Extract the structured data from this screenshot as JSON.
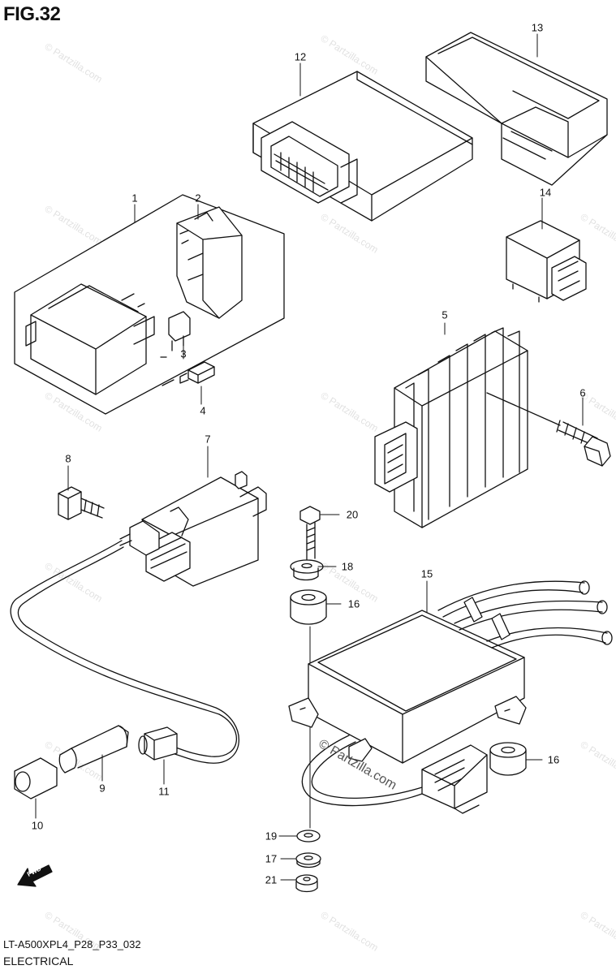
{
  "figure": {
    "title": "FIG.32",
    "code": "LT-A500XPL4_P28_P33_032",
    "name": "ELECTRICAL",
    "fwd_label": "FWD"
  },
  "watermark": {
    "text": "© Partzilla.com",
    "main_text": "© Partzilla.com"
  },
  "callouts": [
    {
      "id": "1",
      "text": "1"
    },
    {
      "id": "2",
      "text": "2"
    },
    {
      "id": "3",
      "text": "3"
    },
    {
      "id": "4",
      "text": "4"
    },
    {
      "id": "5",
      "text": "5"
    },
    {
      "id": "6",
      "text": "6"
    },
    {
      "id": "7",
      "text": "7"
    },
    {
      "id": "8",
      "text": "8"
    },
    {
      "id": "9",
      "text": "9"
    },
    {
      "id": "10",
      "text": "10"
    },
    {
      "id": "11",
      "text": "11"
    },
    {
      "id": "12",
      "text": "12"
    },
    {
      "id": "13",
      "text": "13"
    },
    {
      "id": "14",
      "text": "14"
    },
    {
      "id": "15",
      "text": "15"
    },
    {
      "id": "16a",
      "text": "16"
    },
    {
      "id": "16b",
      "text": "16"
    },
    {
      "id": "17",
      "text": "17"
    },
    {
      "id": "18",
      "text": "18"
    },
    {
      "id": "19",
      "text": "19"
    },
    {
      "id": "20",
      "text": "20"
    },
    {
      "id": "21",
      "text": "21"
    }
  ],
  "colors": {
    "ink": "#111111",
    "watermark": "#e2e2e2"
  },
  "icons": {
    "fwd": "fwd-arrow-icon"
  }
}
